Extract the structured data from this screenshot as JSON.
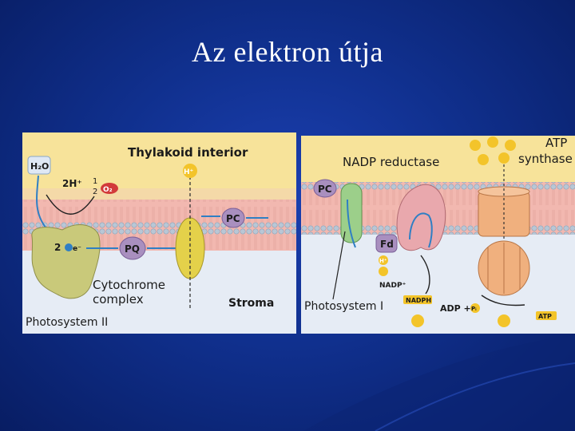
{
  "slide": {
    "title": "Az elektron útja"
  },
  "left_panel": {
    "thylakoid_interior": "Thylakoid interior",
    "water": "H₂O",
    "two_h": "2H⁺",
    "half_num": "1",
    "half_den": "2",
    "oxygen": "O₂",
    "h_plus": "H⁺",
    "pc": "PC",
    "pq": "PQ",
    "two_e": "2",
    "e_minus": "e⁻",
    "cytochrome_line1": "Cytochrome",
    "cytochrome_line2": "complex",
    "stroma": "Stroma",
    "photosystem_ii": "Photosystem II"
  },
  "right_panel": {
    "nadp_reductase": "NADP reductase",
    "atp_synthase_line1": "ATP",
    "atp_synthase_line2": "synthase",
    "pc": "PC",
    "fd": "Fd",
    "h_plus": "H⁺",
    "nadp_plus": "NADP⁺",
    "plus": "+",
    "nadph": "NADPH",
    "photosystem_i": "Photosystem I",
    "adp_pi": "ADP +",
    "pi": "Pᵢ",
    "atp": "ATP"
  },
  "colors": {
    "background": "#10308e",
    "interior_yellow": "#f7e39a",
    "membrane_pink": "#f2b8b0",
    "stroma": "#e6ecf5",
    "cytochrome": "#c9c97a",
    "pc_pq": "#a98fbf",
    "plastocyanin_green": "#9ccf8a",
    "nadp_reductase": "#e9a8ad",
    "atp_synthase": "#f0b07e",
    "hplus_yellow": "#f3c42a",
    "oxygen_red": "#d23a3a",
    "arrow_blue": "#2f7fc4"
  }
}
